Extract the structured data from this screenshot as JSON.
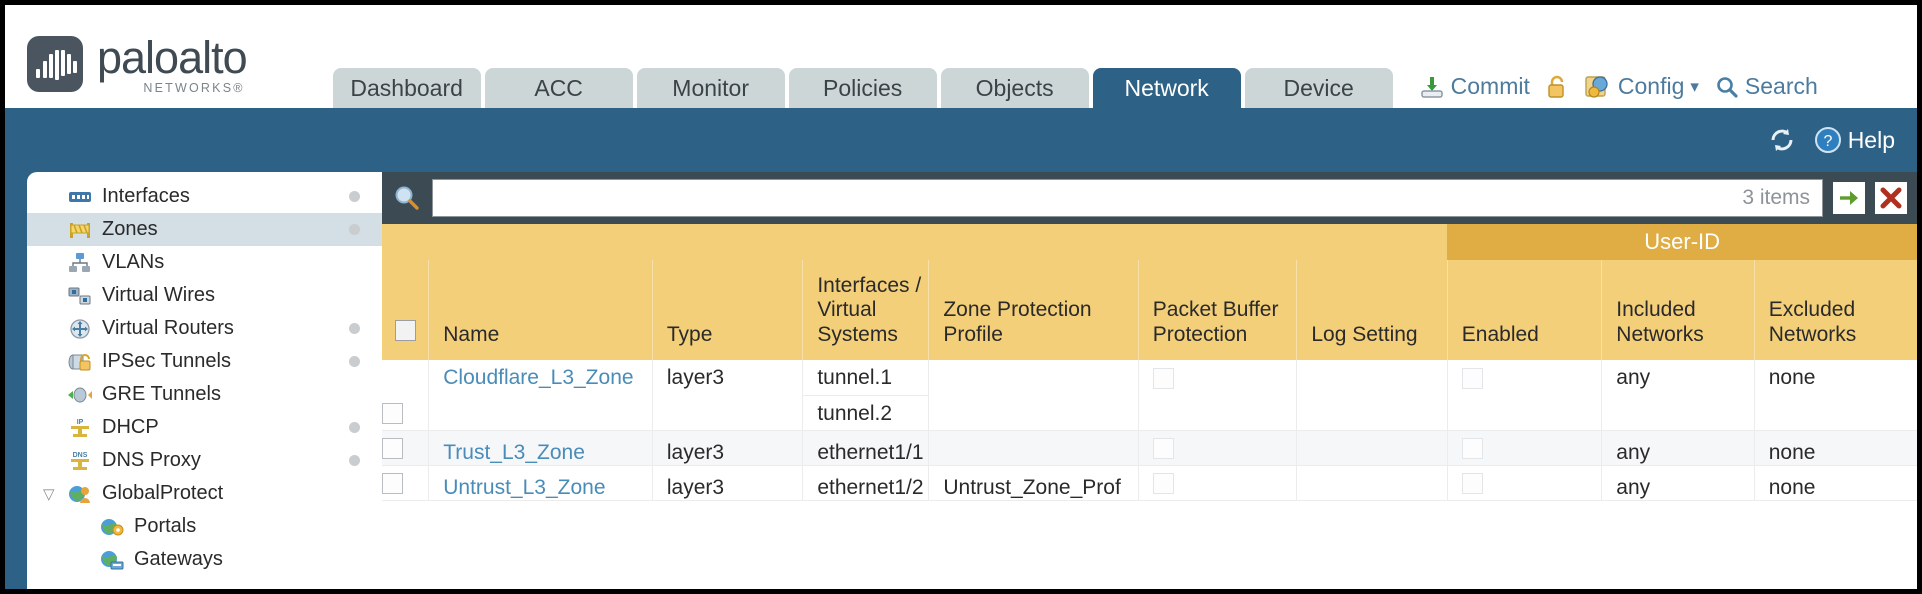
{
  "brand": {
    "name": "paloalto",
    "tagline": "NETWORKS",
    "registered": "®",
    "logo_icon": "paloalto-waveform-logo"
  },
  "nav": {
    "tabs": [
      {
        "label": "Dashboard",
        "active": false
      },
      {
        "label": "ACC",
        "active": false
      },
      {
        "label": "Monitor",
        "active": false
      },
      {
        "label": "Policies",
        "active": false
      },
      {
        "label": "Objects",
        "active": false
      },
      {
        "label": "Network",
        "active": true
      },
      {
        "label": "Device",
        "active": false
      }
    ],
    "actions": [
      {
        "label": "Commit",
        "icon": "commit-download-icon"
      },
      {
        "label": "",
        "icon": "lock-icon"
      },
      {
        "label": "Config",
        "icon": "config-wrench-icon",
        "caret": "▾"
      },
      {
        "label": "Search",
        "icon": "search-magnifier-icon"
      }
    ]
  },
  "band": {
    "refresh_icon": "refresh-icon",
    "help_icon": "help-question-icon",
    "help_label": "Help"
  },
  "sidebar": {
    "items": [
      {
        "label": "Interfaces",
        "icon": "interfaces-icon",
        "selected": false,
        "dot": true,
        "child": false,
        "caret": ""
      },
      {
        "label": "Zones",
        "icon": "zones-icon",
        "selected": true,
        "dot": true,
        "child": false,
        "caret": ""
      },
      {
        "label": "VLANs",
        "icon": "vlans-icon",
        "selected": false,
        "dot": false,
        "child": false,
        "caret": ""
      },
      {
        "label": "Virtual Wires",
        "icon": "virtual-wires-icon",
        "selected": false,
        "dot": false,
        "child": false,
        "caret": ""
      },
      {
        "label": "Virtual Routers",
        "icon": "virtual-routers-icon",
        "selected": false,
        "dot": true,
        "child": false,
        "caret": ""
      },
      {
        "label": "IPSec Tunnels",
        "icon": "ipsec-tunnels-icon",
        "selected": false,
        "dot": true,
        "child": false,
        "caret": ""
      },
      {
        "label": "GRE Tunnels",
        "icon": "gre-tunnels-icon",
        "selected": false,
        "dot": false,
        "child": false,
        "caret": ""
      },
      {
        "label": "DHCP",
        "icon": "dhcp-icon",
        "selected": false,
        "dot": true,
        "child": false,
        "caret": ""
      },
      {
        "label": "DNS Proxy",
        "icon": "dns-proxy-icon",
        "selected": false,
        "dot": true,
        "child": false,
        "caret": ""
      },
      {
        "label": "GlobalProtect",
        "icon": "globalprotect-icon",
        "selected": false,
        "dot": false,
        "child": false,
        "caret": "▽"
      },
      {
        "label": "Portals",
        "icon": "portals-icon",
        "selected": false,
        "dot": false,
        "child": true,
        "caret": ""
      },
      {
        "label": "Gateways",
        "icon": "gateways-icon",
        "selected": false,
        "dot": false,
        "child": true,
        "caret": ""
      }
    ]
  },
  "filter": {
    "search_icon": "search-magnifier-icon",
    "value": "",
    "placeholder": "",
    "item_count": "3 items",
    "apply_icon": "apply-arrow-icon",
    "clear_icon": "clear-x-icon"
  },
  "table": {
    "group_header": {
      "label": "User-ID",
      "span": 3
    },
    "columns": [
      "Name",
      "Type",
      "Interfaces / Virtual Systems",
      "Zone Protection Profile",
      "Packet Buffer Protection",
      "Log Setting",
      "Enabled",
      "Included Networks",
      "Excluded Networks"
    ],
    "select_all_checkbox": false,
    "rows": [
      {
        "selected": false,
        "name": "Cloudflare_L3_Zone",
        "type": "layer3",
        "interfaces": [
          "tunnel.1",
          "tunnel.2"
        ],
        "zone_protection_profile": "",
        "packet_buffer_protection": false,
        "log_setting": "",
        "userid_enabled": false,
        "included_networks": "any",
        "excluded_networks": "none"
      },
      {
        "selected": false,
        "name": "Trust_L3_Zone",
        "type": "layer3",
        "interfaces": [
          "ethernet1/1"
        ],
        "zone_protection_profile": "",
        "packet_buffer_protection": false,
        "log_setting": "",
        "userid_enabled": false,
        "included_networks": "any",
        "excluded_networks": "none"
      },
      {
        "selected": false,
        "name": "Untrust_L3_Zone",
        "type": "layer3",
        "interfaces": [
          "ethernet1/2"
        ],
        "zone_protection_profile": "Untrust_Zone_Prof",
        "packet_buffer_protection": false,
        "log_setting": "",
        "userid_enabled": false,
        "included_networks": "any",
        "excluded_networks": "none"
      }
    ]
  },
  "colors": {
    "brand_blue": "#2e6186",
    "header_gold": "#f4cf79",
    "group_gold": "#e0ad44",
    "link_blue": "#4a8cb8",
    "content_dark": "#3c4a54"
  }
}
